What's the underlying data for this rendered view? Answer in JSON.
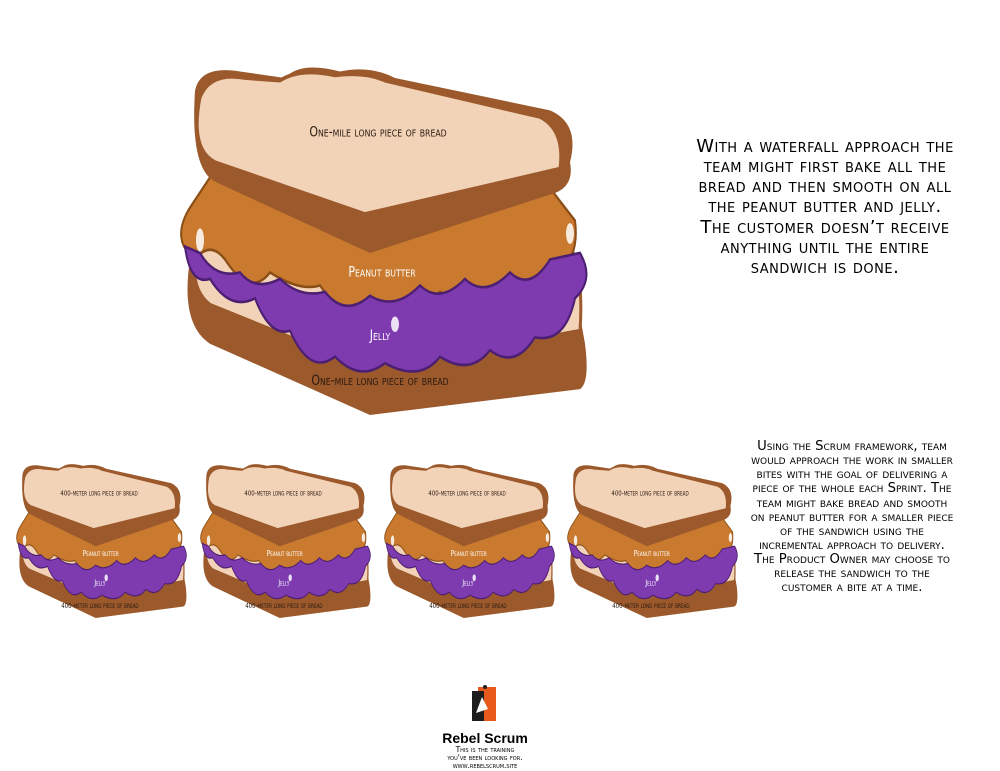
{
  "big_sandwich": {
    "top_bread": "One-mile long piece of bread",
    "peanut_butter": "Peanut butter",
    "jelly": "Jelly",
    "bottom_bread": "One-mile long piece of bread"
  },
  "small_sandwiches": [
    {
      "top_bread": "400-meter long piece of bread",
      "peanut_butter": "Peanut butter",
      "jelly": "Jelly",
      "bottom_bread": "400-meter long piece of bread"
    },
    {
      "top_bread": "400-meter long piece of bread",
      "peanut_butter": "Peanut butter",
      "jelly": "Jelly",
      "bottom_bread": "400-meter long piece of bread"
    },
    {
      "top_bread": "400-meter long piece of bread",
      "peanut_butter": "Peanut butter",
      "jelly": "Jelly",
      "bottom_bread": "400-meter long piece of bread"
    },
    {
      "top_bread": "400-meter long piece of bread",
      "peanut_butter": "Peanut butter",
      "jelly": "Jelly",
      "bottom_bread": "400-meter long piece of bread"
    }
  ],
  "waterfall_text": "With a waterfall approach the team might first bake all the bread and then smooth on all the peanut butter and jelly. The customer doesn’t receive anything until the entire sandwich is done.",
  "scrum_text": "Using the Scrum framework, team would approach the work in smaller bites with the goal of delivering a piece of the whole each Sprint. The team might bake bread and smooth on peanut butter for a smaller piece of the sandwich using the incremental approach to delivery. The Product Owner may choose to release the sandwich to the customer a bite at a time.",
  "logo": {
    "brand": "Rebel Scrum",
    "tagline_1": "This is the training",
    "tagline_2": "you've been looking for.",
    "url": "www.rebelscrum.site"
  },
  "colors": {
    "bread_crust": "#9c5a2c",
    "bread_crumb": "#f2d3b8",
    "peanut_butter": "#c97a2e",
    "jelly": "#7e3bb0"
  }
}
